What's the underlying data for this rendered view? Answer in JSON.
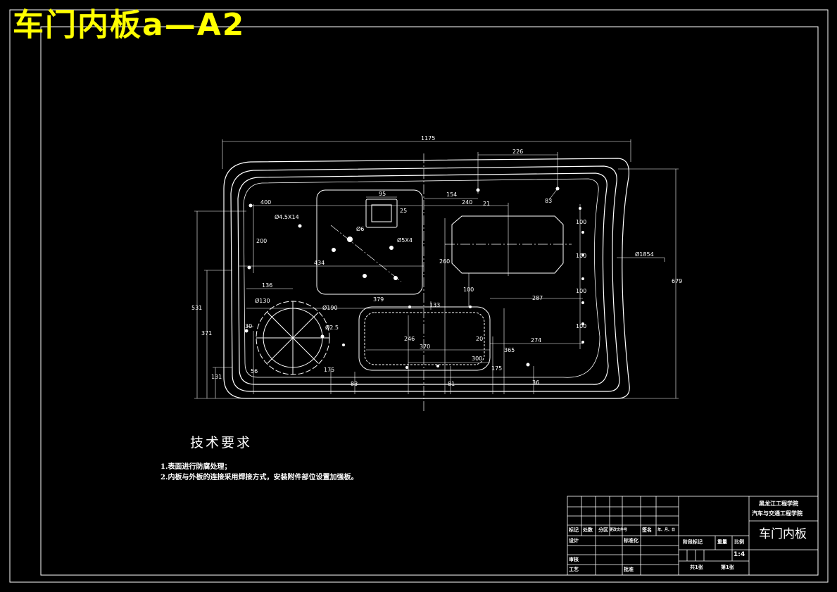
{
  "header": {
    "title": "车门内板a—A2"
  },
  "dimensions": {
    "d1175": "1175",
    "d226": "226",
    "d154": "154",
    "d240": "240",
    "d21": "21",
    "d83": "83",
    "d400": "400",
    "d95": "95",
    "d25": "25",
    "d4_5x14": "Ø4.5X14",
    "d6": "Ø6",
    "d5x4": "Ø5X4",
    "d200": "200",
    "d434": "434",
    "d136": "136",
    "d379": "379",
    "d130": "Ø130",
    "d190": "Ø190",
    "d2_5": "Ø2.5",
    "d30": "30",
    "d56": "56",
    "d175a": "175",
    "d83b": "83",
    "d246": "246",
    "d370": "370",
    "d300": "300",
    "d81": "81",
    "d175b": "175",
    "d365": "365",
    "d274": "274",
    "d20": "20",
    "d287": "287",
    "d133": "133",
    "d100a": "100",
    "d260": "260",
    "d100b": "100",
    "d100c": "100",
    "d100d": "100",
    "d100e": "100",
    "d36": "36",
    "d1854": "Ø1854",
    "d679": "679",
    "d531": "531",
    "d371": "371",
    "d131": "131"
  },
  "tech": {
    "title": "技术要求",
    "line1": "1.表面进行防腐处理；",
    "line2": "2.内板与外板的连接采用焊接方式，安装附件部位设置加强板。"
  },
  "title_block": {
    "school1": "黑龙江工程学院",
    "school2": "汽车与交通工程学院",
    "part_name": "车门内板",
    "h_mark": "标记",
    "h_count": "处数",
    "h_zone": "分区",
    "h_docno": "更改文件号",
    "h_sign": "签名",
    "h_date": "年、月、日",
    "design": "设计",
    "standard": "标准化",
    "stage": "阶段标记",
    "weight": "重量",
    "scale_label": "比例",
    "scale": "1:4",
    "review": "审核",
    "process": "工艺",
    "approve": "批准",
    "sheets_total": "共1张",
    "sheet_no": "第1张"
  }
}
